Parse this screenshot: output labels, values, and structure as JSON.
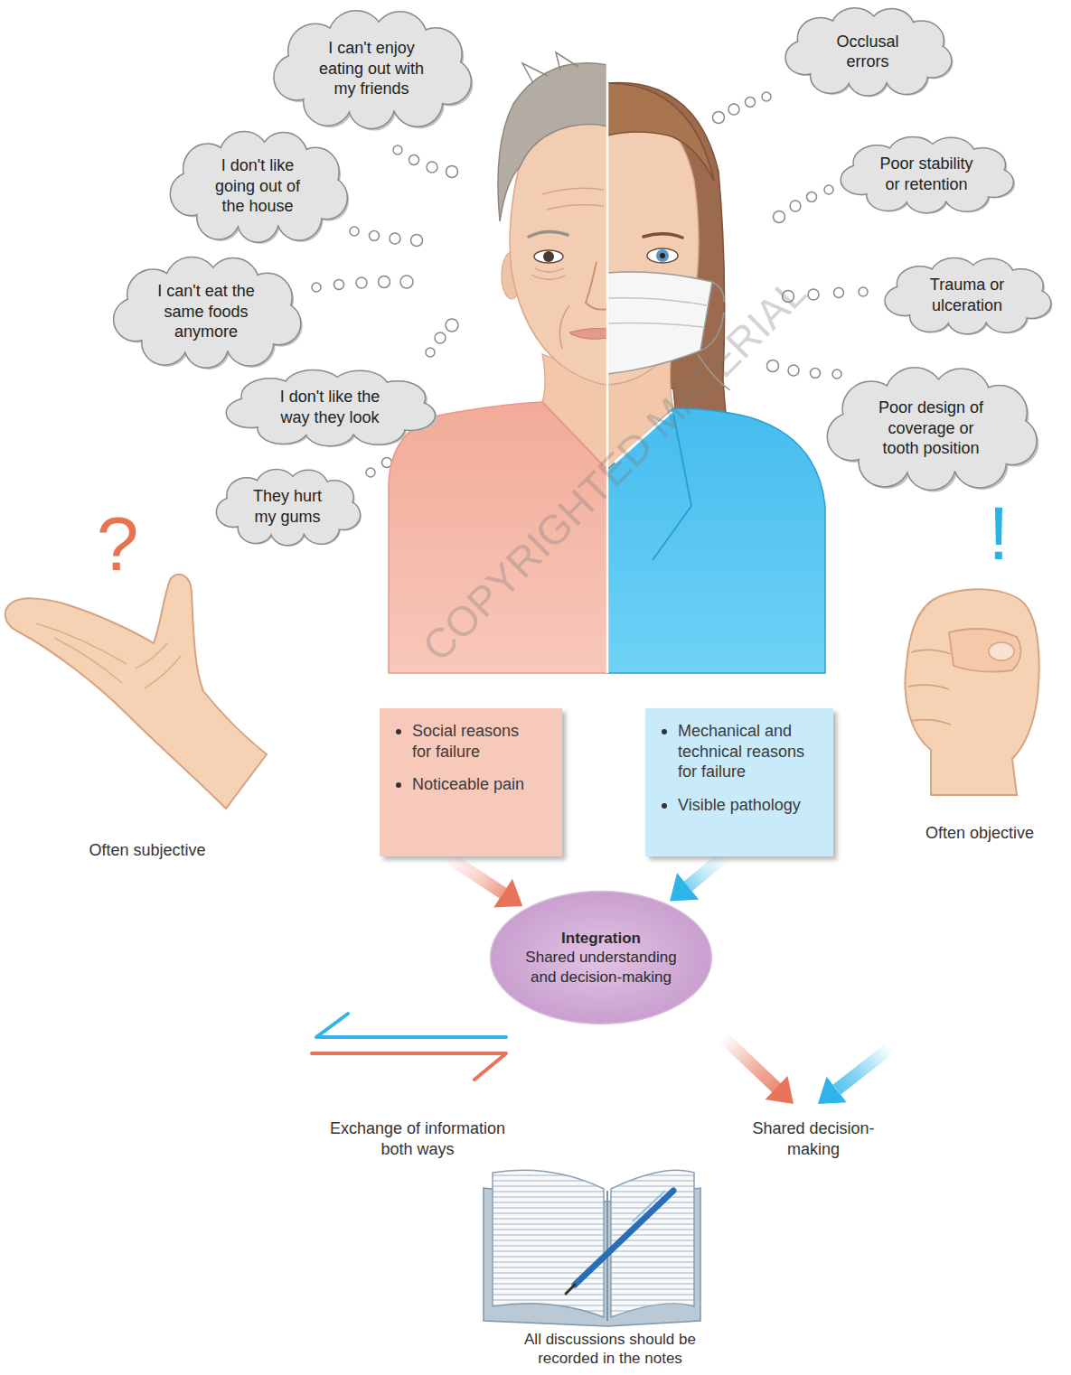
{
  "diagram": {
    "nodes": [
      {
        "text": [
          "I can't enjoy eating out with my friends"
        ]
      },
      {
        "text": [
          "I don't like going out of the house"
        ]
      },
      {
        "text": [
          "I can't eat the same foods anymore"
        ]
      },
      {
        "text": [
          "I don't like the way they look"
        ]
      },
      {
        "text": [
          "They hurt my gums"
        ]
      },
      {
        "text": [
          "Occlusal errors"
        ]
      },
      {
        "text": [
          "Poor stability or retention"
        ]
      },
      {
        "text": [
          "Trauma or ulceration"
        ]
      },
      {
        "text": [
          "Poor design of coverage or tooth position"
        ]
      },
      {
        "text": [
          "Social reasons for failure",
          "Noticeable pain"
        ]
      },
      {
        "text": [
          "Mechanical and technical reasons for failure",
          "Visible pathology"
        ]
      },
      {
        "text": [
          "Integration",
          "Shared understanding and decision-making"
        ]
      }
    ],
    "edges": [
      {
        "from": 9,
        "to": 11,
        "arrow": "to"
      },
      {
        "from": 10,
        "to": 11,
        "arrow": "to"
      }
    ],
    "labels": [
      "?",
      "!",
      "Often subjective",
      "Often objective",
      "Exchange of information both ways",
      "Shared decision-making",
      "All discussions should be recorded in the notes",
      "COPYRIGHTED MATERIAL"
    ]
  }
}
